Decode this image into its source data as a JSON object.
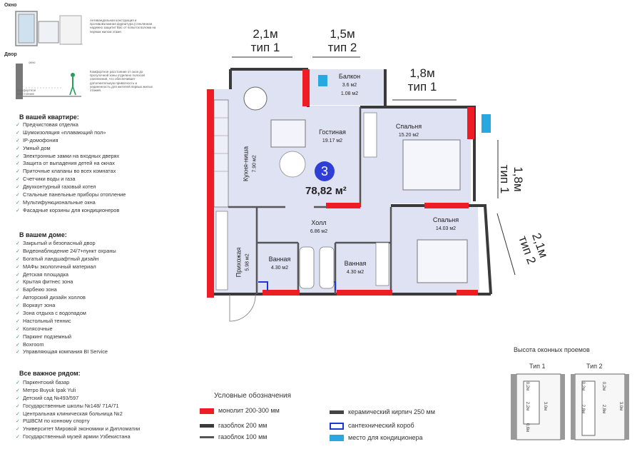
{
  "window_note": {
    "title": "Окно",
    "text": "Антивандальная конструкция и противовзломная фурнитура (стеклянная надежно защитит Вас от попыток взлома на первом жилом этаже."
  },
  "door_note": {
    "title": "Двор",
    "text": "Комфортное расстояние от окон до прогулочной зоны отделено полосой озеленения, что обеспечивает дополнительную приватность и уединенность для жителей первых жилых этажей.",
    "label_top": "окно",
    "label_bottom": "Комфортное расстояние"
  },
  "apartment": {
    "heading": "В вашей квартире:",
    "items": [
      "Предчистовая отделка",
      "Шумоизоляция «плавающий пол»",
      "IP-домофония",
      "Умный дом",
      "Электронные замки на входных дверях",
      "Защита от выпадения детей на окнах",
      "Приточные клапаны во всех комнатах",
      "Счетчики воды и газа",
      "Двухконтурный газовый котел",
      "Стальные панельные приборы отопление",
      "Мультифункциональные окна",
      "Фасадные корзины для кондиционеров"
    ]
  },
  "house": {
    "heading": "В вашем доме:",
    "items": [
      "Закрытый и безопасный двор",
      "Видеонаблюдение 24/7+пункт охраны",
      "Богатый ландшафтный дизайн",
      "МАФы экологичный материал",
      "Детская площадка",
      "Крытая фитнес зона",
      "Барбекю зона",
      "Авторский дизайн холлов",
      "Воркаут зона",
      "Зона отдыха с водопадом",
      "Настольный теннис",
      "Колясочные",
      "Паркинг подземный",
      "Boxroom",
      "Управляющая компания BI Service"
    ]
  },
  "nearby": {
    "heading": "Все важное рядом:",
    "items": [
      "Паркентский базар",
      "Метро Buyuk Ipak Yuli",
      "Детский сад №493/597",
      "Государственные школы №148/ 71А/71",
      "Центральная клиническая больница №2",
      "РШВСМ по конному спорту",
      "Университет Мировой экономики и Дипломатии",
      "Государственный музей армии Узбекистана"
    ]
  },
  "window_labels": {
    "w1": {
      "size": "2,1м",
      "type": "тип 1"
    },
    "w2": {
      "size": "1,5м",
      "type": "тип 2"
    },
    "w3": {
      "size": "1,8м",
      "type": "тип 1"
    },
    "w4": {
      "size": "1,8м",
      "type": "тип 1"
    },
    "w5": {
      "size": "2,1м",
      "type": "тип 2"
    }
  },
  "rooms": {
    "balcony": {
      "name": "Балкон",
      "area": "3.6 м2",
      "area2": "1.08 м2"
    },
    "living": {
      "name": "Гостиная",
      "area": "19.17 м2"
    },
    "bedroom1": {
      "name": "Спальня",
      "area": "15.20 м2"
    },
    "kitchen": {
      "name": "Кухня-ниша",
      "area": "7.90 м2"
    },
    "hall": {
      "name": "Холл",
      "area": "6.86 м2"
    },
    "bedroom2": {
      "name": "Спальня",
      "area": "14.03 м2"
    },
    "entry": {
      "name": "Прихожая",
      "area": "5.98 м2"
    },
    "bath1": {
      "name": "Ванная",
      "area": "4.30 м2"
    },
    "bath2": {
      "name": "Ванная",
      "area": "4.30 м2"
    }
  },
  "unit": {
    "rooms": "3",
    "total": "78,82 м²"
  },
  "legend": {
    "title": "Условные обозначения",
    "items": [
      {
        "label": "монолит 200-300 мм",
        "color": "#ee1c25"
      },
      {
        "label": "газоблок 200 мм",
        "color": "#3a3a3a"
      },
      {
        "label": "газоблок 100 мм",
        "color": "#555555"
      },
      {
        "label": "керамический кирпич 250 мм",
        "color": "#444444"
      },
      {
        "label": "сантехнический короб",
        "color": "#1a35d8"
      },
      {
        "label": "место для кондиционера",
        "color": "#28a8e0"
      }
    ]
  },
  "window_heights": {
    "title": "Высота оконных проемов",
    "type1": {
      "label": "Тип 1",
      "dims": [
        "0,2м",
        "2,2м",
        "0,6м"
      ],
      "total": "3.0м"
    },
    "type2": {
      "label": "Тип 2",
      "dims": [
        "0,2м",
        "2,8м"
      ],
      "total": "3.0м",
      "dims2": [
        "0,2м",
        "2,8м"
      ]
    }
  },
  "colors": {
    "room_fill": "#dfe2f3",
    "wall": "#3a3a3a",
    "monolith": "#ee1c25",
    "accent": "#2f3fd6",
    "ac": "#28a8e0"
  }
}
